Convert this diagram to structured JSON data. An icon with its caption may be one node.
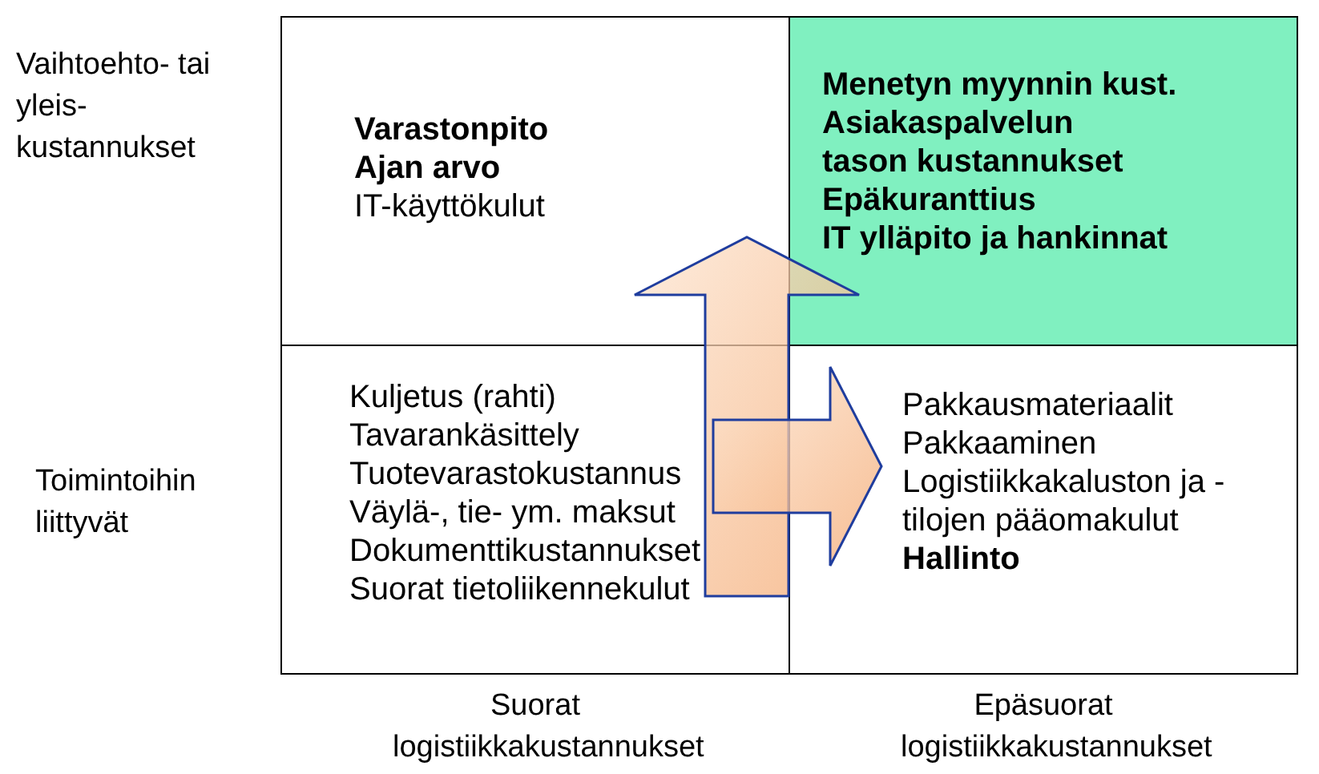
{
  "diagram": {
    "nodes": [
      {
        "text": [
          "Varastonpito",
          "Ajan arvo",
          "IT-käyttökulut"
        ]
      },
      {
        "text": [
          "Menetyn myynnin kust.",
          "Asiakaspalvelun tason kustannukset",
          "Epäkuranttius",
          "IT ylläpito ja hankinnat"
        ]
      },
      {
        "text": [
          "Kuljetus (rahti)",
          "Tavarankäsittely",
          "Tuotevarastokustannus",
          "Väylä-, tie- ym. maksut",
          "Dokumenttikustannukset",
          "Suorat tietoliikennekulut"
        ]
      },
      {
        "text": [
          "Pakkausmateriaalit",
          "Pakkaaminen",
          "Logistiikkakaluston ja -tilojen pääomakulut",
          "Hallinto"
        ]
      }
    ],
    "edges": [
      {
        "from": 2,
        "to": 0,
        "arrow": "to"
      },
      {
        "from": 2,
        "to": 3,
        "arrow": "to"
      }
    ],
    "labels": [
      "Vaihtoehto- tai yleis- kustannukset",
      "Toimintoihin liittyvät",
      "Suorat logistiikkakustannukset",
      "Epäsuorat logistiikkakustannukset"
    ]
  }
}
